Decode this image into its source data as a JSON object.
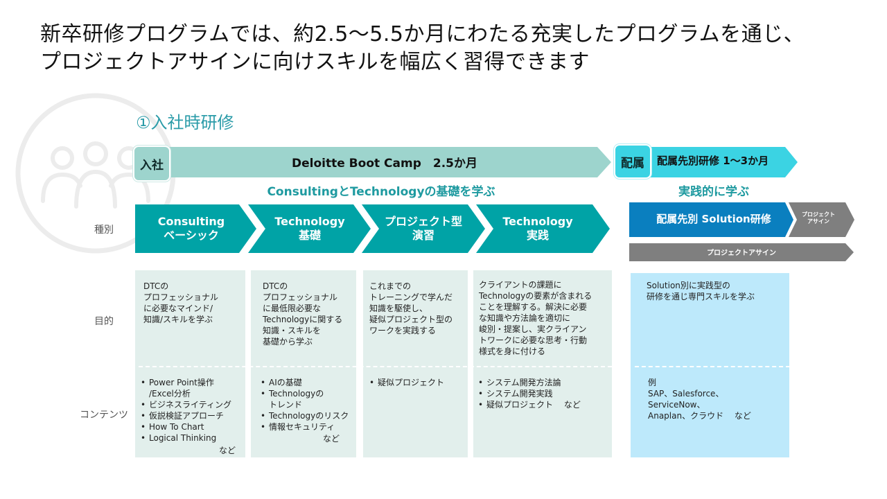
{
  "title": "新卒研修プログラムでは、約2.5〜5.5か月にわたる充実したプログラムを通じ、\nプロジェクトアサインに向けスキルを幅広く習得できます",
  "section_title": "①入社時研修",
  "timeline": {
    "join_label": "入社",
    "bootcamp_label": "Deloitte Boot Camp　2.5か月",
    "assign_label": "配属",
    "dept_training_label": "配属先別研修 1〜3か月",
    "bootcamp_sub": "ConsultingとTechnologyの基礎を学ぶ",
    "practical_sub": "実践的に学ぶ"
  },
  "row_labels": {
    "type": "種別",
    "purpose": "目的",
    "contents": "コンテンツ"
  },
  "columns": [
    {
      "chevron": "Consulting\nベーシック",
      "purpose": "DTCの\nプロフェッショナル\nに必要なマインド/\n知識/スキルを学ぶ",
      "contents": [
        "Power Point操作\n/Excel分析",
        "ビジネスライティング",
        "仮説検証アプローチ",
        "How To Chart",
        "Logical Thinking"
      ],
      "suffix": "など"
    },
    {
      "chevron": "Technology\n基礎",
      "purpose": "DTCの\nプロフェッショナル\nに最低限必要な\nTechnologyに関する\n知識・スキルを\n基礎から学ぶ",
      "contents": [
        "AIの基礎",
        "Technologyの\nトレンド",
        "Technologyのリスク",
        "情報セキュリティ"
      ],
      "suffix": "など"
    },
    {
      "chevron": "プロジェクト型\n演習",
      "purpose": "これまでの\nトレーニングで学んだ\n知識を駆使し、\n疑似プロジェクト型の\nワークを実践する",
      "contents": [
        "疑似プロジェクト"
      ],
      "suffix": ""
    },
    {
      "chevron": "Technology\n実践",
      "purpose": "クライアントの課題に\nTechnologyの要素が含まれる\nことを理解する。解決に必要\nな知識や方法論を適切に\n峻別・提案し、実クライアン\nトワークに必要な思考・行動\n様式を身に付ける",
      "contents": [
        "システム開発方法論",
        "システム開発実践",
        "疑似プロジェクト　 など"
      ],
      "suffix": ""
    }
  ],
  "dept": {
    "chevron": "配属先別 Solution研修",
    "small_chevron": "プロジェクト\nアサイン",
    "assign_bar": "プロジェクトアサイン",
    "purpose": "Solution別に実践型の\n研修を通じ専門スキルを学ぶ",
    "contents": "例\nSAP、Salesforce、\nServiceNow、\nAnaplan、クラウド　 など"
  },
  "colors": {
    "teal": "#00a3a6",
    "light_teal": "#9dd4cd",
    "cyan": "#3bd3e3",
    "blue": "#0a7fbf",
    "gray": "#7f7f7f",
    "box_green": "#e2efec",
    "box_blue": "#bde9fb",
    "accent_text": "#1e9aa0"
  }
}
